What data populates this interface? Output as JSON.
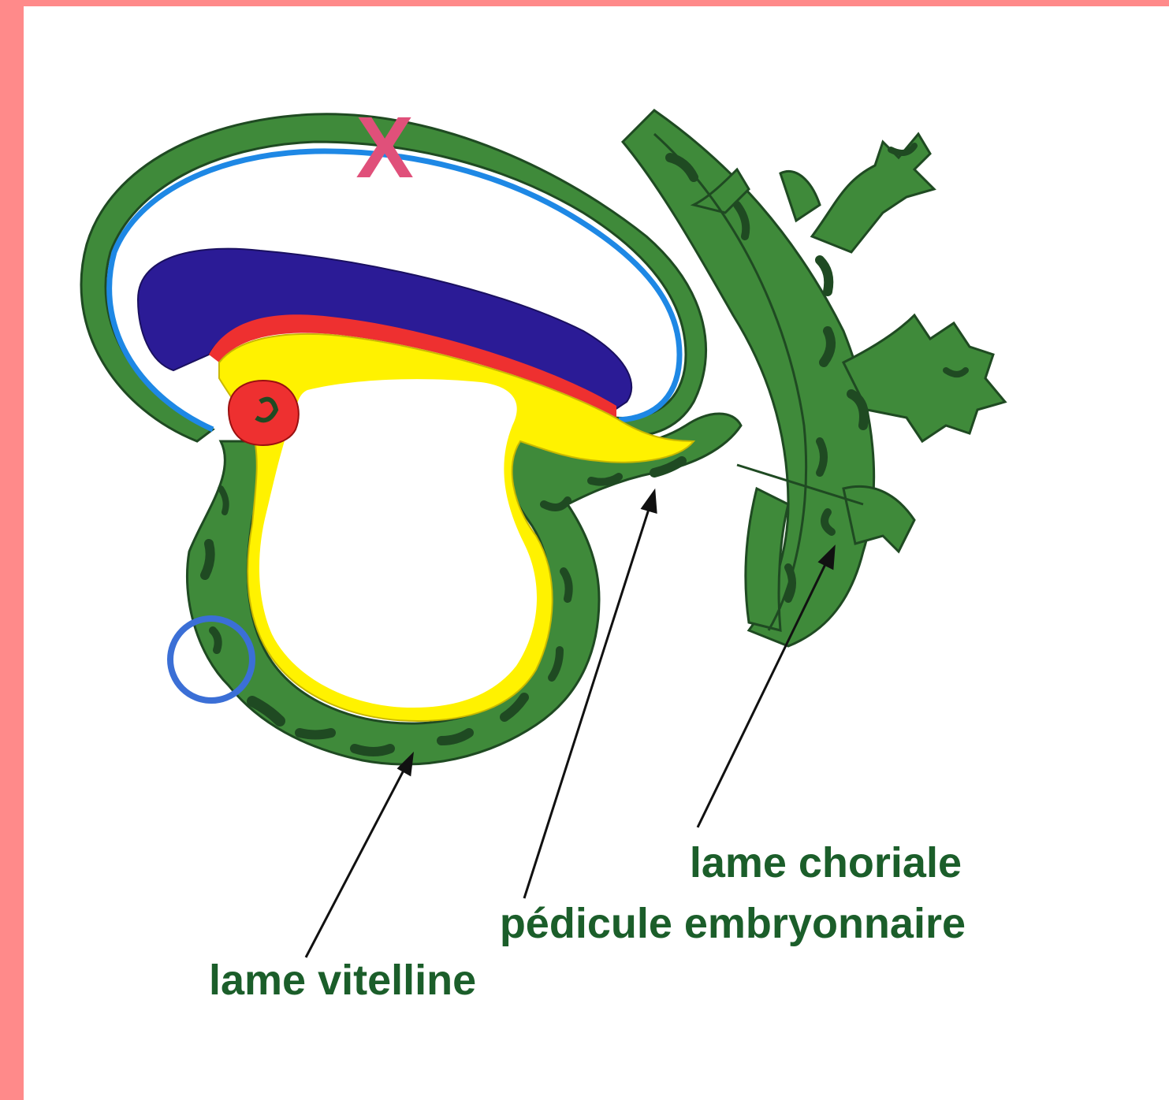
{
  "labels": {
    "lame_choriale": "lame choriale",
    "pedicule_embryonnaire": "pédicule embryonnaire",
    "lame_vitelline": "lame vitelline",
    "mark_x": "X"
  },
  "colors": {
    "frame_border": "#ff8a8a",
    "mesoderm_green": "#3f8a3a",
    "dark_green": "#1f4a22",
    "amnion_blue": "#1e88e5",
    "ectoderm_blue": "#2b1b96",
    "mesoderm_red": "#ee3030",
    "endoderm_yellow": "#fff200",
    "label_text": "#1b5e2a",
    "mark_x": "#e0507a",
    "circle_marker": "#3b6fd6",
    "arrow": "#111111"
  }
}
